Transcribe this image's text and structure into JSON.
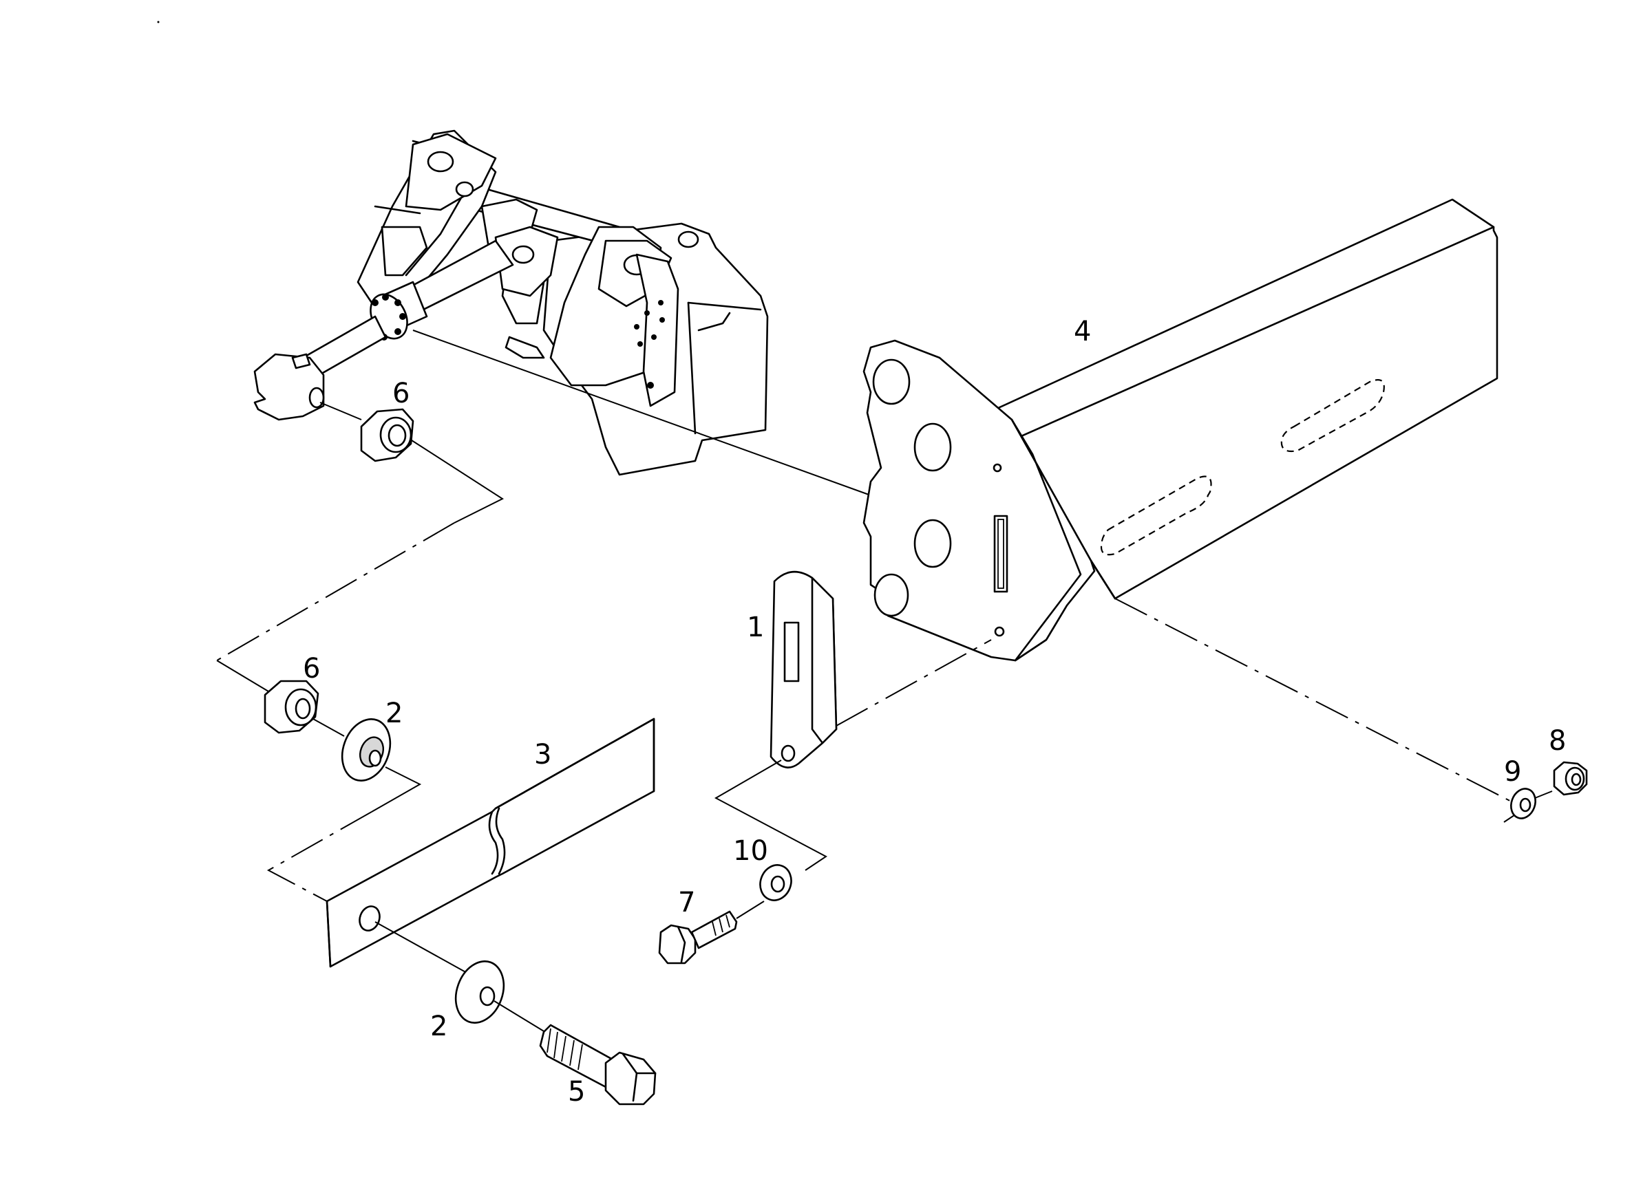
{
  "callouts": [
    {
      "id": "c1",
      "text": "1"
    },
    {
      "id": "c2a",
      "text": "2"
    },
    {
      "id": "c2b",
      "text": "2"
    },
    {
      "id": "c3",
      "text": "3"
    },
    {
      "id": "c4",
      "text": "4"
    },
    {
      "id": "c5",
      "text": "5"
    },
    {
      "id": "c6a",
      "text": "6"
    },
    {
      "id": "c6b",
      "text": "6"
    },
    {
      "id": "c7",
      "text": "7"
    },
    {
      "id": "c8",
      "text": "8"
    },
    {
      "id": "c9",
      "text": "9"
    },
    {
      "id": "c10",
      "text": "10"
    }
  ],
  "colors": {
    "line": "#000000",
    "background": "#ffffff",
    "shade": "#d8d8d8"
  }
}
